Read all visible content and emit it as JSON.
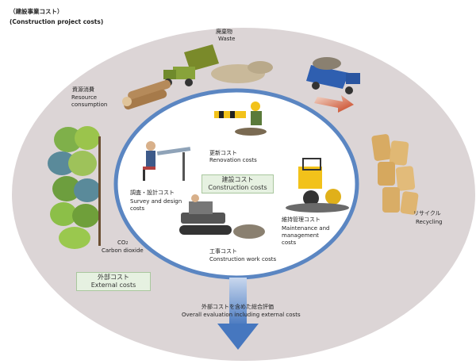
{
  "title": {
    "jp": "（建設事業コスト）",
    "en": "(Construction project costs)"
  },
  "outer": {
    "waste": {
      "jp": "廃棄物",
      "en": "Waste"
    },
    "resource": {
      "jp": "資源消費",
      "en": "Resource\nconsumption"
    },
    "recycling": {
      "jp": "リサイクル",
      "en": "Recycling"
    },
    "co2": {
      "chem": "CO",
      "sub": "2",
      "en": "Carbon dioxide"
    },
    "external_box": {
      "jp": "外部コスト",
      "en": "External costs"
    }
  },
  "inner": {
    "center_box": {
      "jp": "建設コスト",
      "en": "Construction costs"
    },
    "renovation": {
      "jp": "更新コスト",
      "en": "Renovation costs"
    },
    "survey": {
      "jp": "調査・設計コスト",
      "en": "Survey and design\ncosts"
    },
    "maintenance": {
      "jp": "維持管理コスト",
      "en": "Maintenance and\nmanagement\ncosts"
    },
    "construction_work": {
      "jp": "工事コスト",
      "en": "Construction work costs"
    }
  },
  "bottom": {
    "jp": "外部コストを含めた総合評価",
    "en": "Overall evaluation including external costs"
  },
  "colors": {
    "outer_ellipse": "#dcd5d6",
    "inner_ring": "#5b86c2",
    "arrow": "#4f7fc2",
    "label_box": "#e6f1e1"
  }
}
